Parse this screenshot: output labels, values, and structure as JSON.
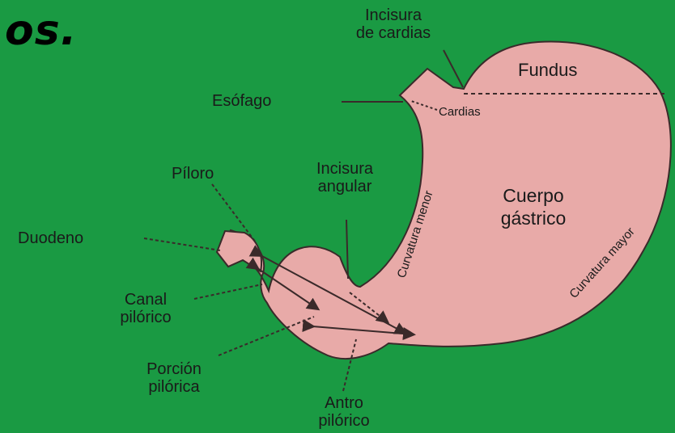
{
  "title_fragment": "os.",
  "colors": {
    "background": "#1a9a43",
    "stomach": "#e8aaa8",
    "outline": "#3a2a2a"
  },
  "labels": {
    "incisura_cardias": [
      "Incisura",
      "de cardias"
    ],
    "fundus": "Fundus",
    "esofago": "Esófago",
    "cardias": "Cardias",
    "piloro": "Píloro",
    "incisura_angular": [
      "Incisura",
      "angular"
    ],
    "cuerpo_gastrico": [
      "Cuerpo",
      "gástrico"
    ],
    "duodeno": "Duodeno",
    "curvatura_menor": "Curvatura menor",
    "curvatura_mayor": "Curvatura mayor",
    "canal_pilorico": [
      "Canal",
      "pilórico"
    ],
    "porcion_pilorica": [
      "Porción",
      "pilórica"
    ],
    "antro_pilorico": [
      "Antro",
      "pilórico"
    ]
  }
}
